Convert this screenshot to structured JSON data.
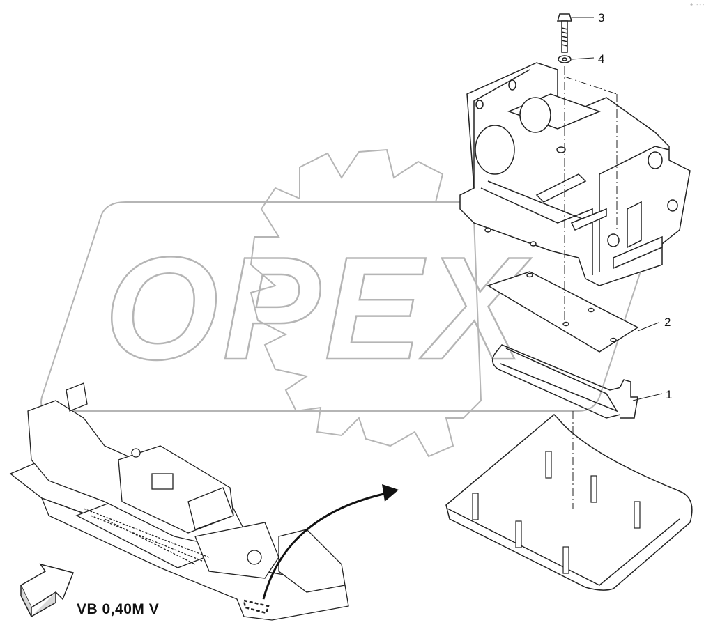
{
  "diagram": {
    "callouts": [
      {
        "id": "callout-1",
        "label": "1"
      },
      {
        "id": "callout-2",
        "label": "2"
      },
      {
        "id": "callout-3",
        "label": "3"
      },
      {
        "id": "callout-4",
        "label": "4"
      }
    ],
    "variant_label": "VB 0,40M V",
    "watermark_text": "OPEX",
    "corner_mark": "+ ---"
  }
}
